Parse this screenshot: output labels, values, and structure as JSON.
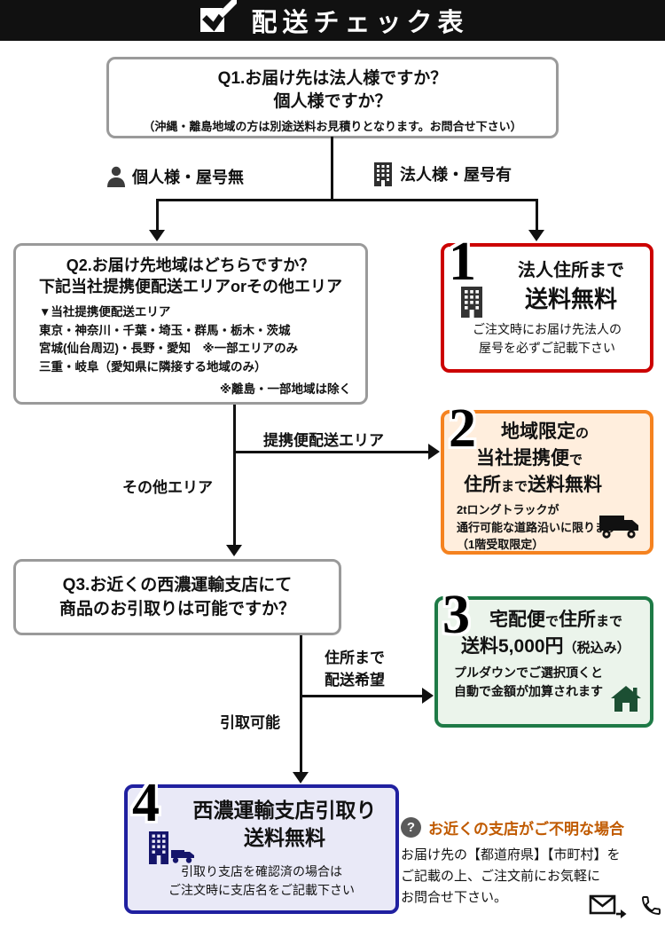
{
  "colors": {
    "header_bg": "#111111",
    "question_border": "#9a9a9a",
    "result1_border": "#cc0000",
    "result1_bg": "#ffffff",
    "result2_border": "#f5821f",
    "result2_bg": "#ffeedd",
    "result3_border": "#1e7a46",
    "result3_bg": "#ebf4eb",
    "result4_border": "#2020a0",
    "result4_bg": "#e9e9f7",
    "help_title": "#c05a00",
    "connector": "#111111"
  },
  "header": {
    "title": "配送チェック表"
  },
  "q1": {
    "line1": "Q1.お届け先は法人様ですか？",
    "line2": "個人様ですか？",
    "note": "（沖縄・離島地域の方は別途送料お見積りとなります。お問合せ下さい）"
  },
  "branch": {
    "personal": "個人様・屋号無",
    "corporate": "法人様・屋号有"
  },
  "q2": {
    "line1": "Q2.お届け先地域はどちらですか？",
    "line2": "下記当社提携便配送エリアorその他エリア",
    "area_header": "▼当社提携便配送エリア",
    "area_line1": "東京・神奈川・千葉・埼玉・群馬・栃木・茨城",
    "area_line2": "宮城(仙台周辺)・長野・愛知　※一部エリアのみ",
    "area_line3": "三重・岐阜（愛知県に隣接する地域のみ）",
    "area_note": "※離島・一部地域は除く"
  },
  "q3": {
    "line1": "Q3.お近くの西濃運輸支店にて",
    "line2": "商品のお引取りは可能ですか？"
  },
  "edge_labels": {
    "teikei_area": "提携便配送エリア",
    "other_area": "その他エリア",
    "to_address1": "住所まで",
    "to_address2": "配送希望",
    "pickup_ok": "引取可能"
  },
  "result1": {
    "number": "1",
    "title1": "法人住所まで",
    "title2": "送料無料",
    "note1": "ご注文時にお届け先法人の",
    "note2": "屋号を必ずご記載下さい"
  },
  "result2": {
    "number": "2",
    "t1a": "地域限定",
    "t1b": "の",
    "t2a": "当社提携便",
    "t2b": "で",
    "t3a": "住所",
    "t3b": "まで",
    "t3c": "送料無料",
    "note1": "2tロングトラックが",
    "note2": "通行可能な道路沿いに限ります",
    "note3": "（1階受取限定）"
  },
  "result3": {
    "number": "3",
    "t1a": "宅配便",
    "t1b": "で",
    "t1c": "住所",
    "t1d": "まで",
    "t2a": "送料5,000円",
    "t2b": "（税込み）",
    "note1": "プルダウンでご選択頂くと",
    "note2": "自動で金額が加算されます"
  },
  "result4": {
    "number": "4",
    "title1": "西濃運輸支店引取り",
    "title2": "送料無料",
    "note1": "引取り支店を確認済の場合は",
    "note2": "ご注文時に支店名をご記載下さい"
  },
  "help": {
    "icon_glyph": "?",
    "title": "お近くの支店がご不明な場合",
    "body1": "お届け先の【都道府県】【市町村】を",
    "body2": "ご記載の上、ご注文前にお気軽に",
    "body3": "お問合せ下さい。"
  }
}
